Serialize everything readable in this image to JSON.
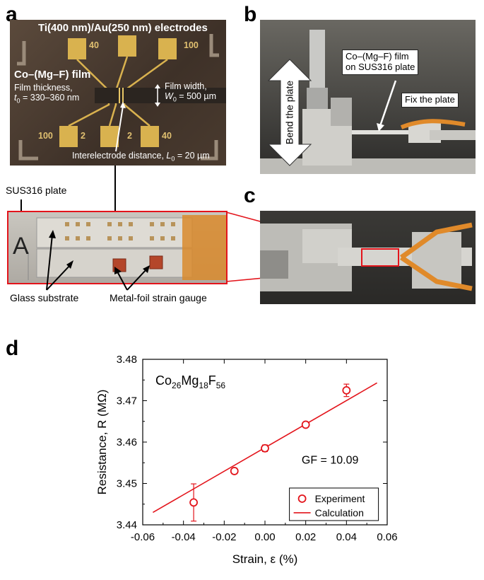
{
  "panels": {
    "a": "a",
    "b": "b",
    "c": "c",
    "d": "d"
  },
  "panel_a": {
    "electrodes": "Ti(400 nm)/Au(250 nm) electrodes",
    "film_title": "Co–(Mg–F) film",
    "thickness_line1": "Film thickness,",
    "thickness_line2": "t0 = 330–360 nm",
    "width_line1": "Film width,",
    "width_line2": "W0 = 500 µm",
    "distance": "Interelectrode distance, L0 = 20 µm",
    "pad_numbers": [
      "40",
      "100",
      "2",
      "100",
      "2",
      "40"
    ],
    "sus_plate": "SUS316 plate",
    "glass": "Glass substrate",
    "gauge": "Metal-foil strain gauge",
    "letter_A": "A"
  },
  "panel_b": {
    "bend": "Bend the plate",
    "film_line1": "Co–(Mg–F) film",
    "film_line2": "on SUS316 plate",
    "fix": "Fix the plate"
  },
  "chart_data": {
    "type": "scatter",
    "title": "Co26Mg18F56",
    "annotation": "GF = 10.09",
    "xlabel": "Strain, ε (%)",
    "ylabel": "Resistance, R (MΩ)",
    "xlim": [
      -0.06,
      0.06
    ],
    "ylim": [
      3.44,
      3.48
    ],
    "xticks": [
      -0.06,
      -0.04,
      -0.02,
      0.0,
      0.02,
      0.04,
      0.06
    ],
    "xtick_labels": [
      "-0.06",
      "-0.04",
      "-0.02",
      "0.00",
      "0.02",
      "0.04",
      "0.06"
    ],
    "yticks": [
      3.44,
      3.45,
      3.46,
      3.47,
      3.48
    ],
    "ytick_labels": [
      "3.44",
      "3.45",
      "3.46",
      "3.47",
      "3.48"
    ],
    "grid": false,
    "legend": "bottom-right",
    "series": [
      {
        "name": "Experiment",
        "kind": "markers",
        "x": [
          -0.035,
          -0.015,
          0.0,
          0.02,
          0.04
        ],
        "y": [
          3.4454,
          3.453,
          3.4585,
          3.4642,
          3.4725
        ],
        "err": [
          0.0045,
          0.0007,
          0.0008,
          0.0003,
          0.0015
        ]
      },
      {
        "name": "Calculation",
        "kind": "line",
        "x": [
          -0.055,
          0.055
        ],
        "y": [
          3.443,
          3.4743
        ]
      }
    ],
    "colors": {
      "series": "#e3141b",
      "axis": "#000000"
    }
  }
}
